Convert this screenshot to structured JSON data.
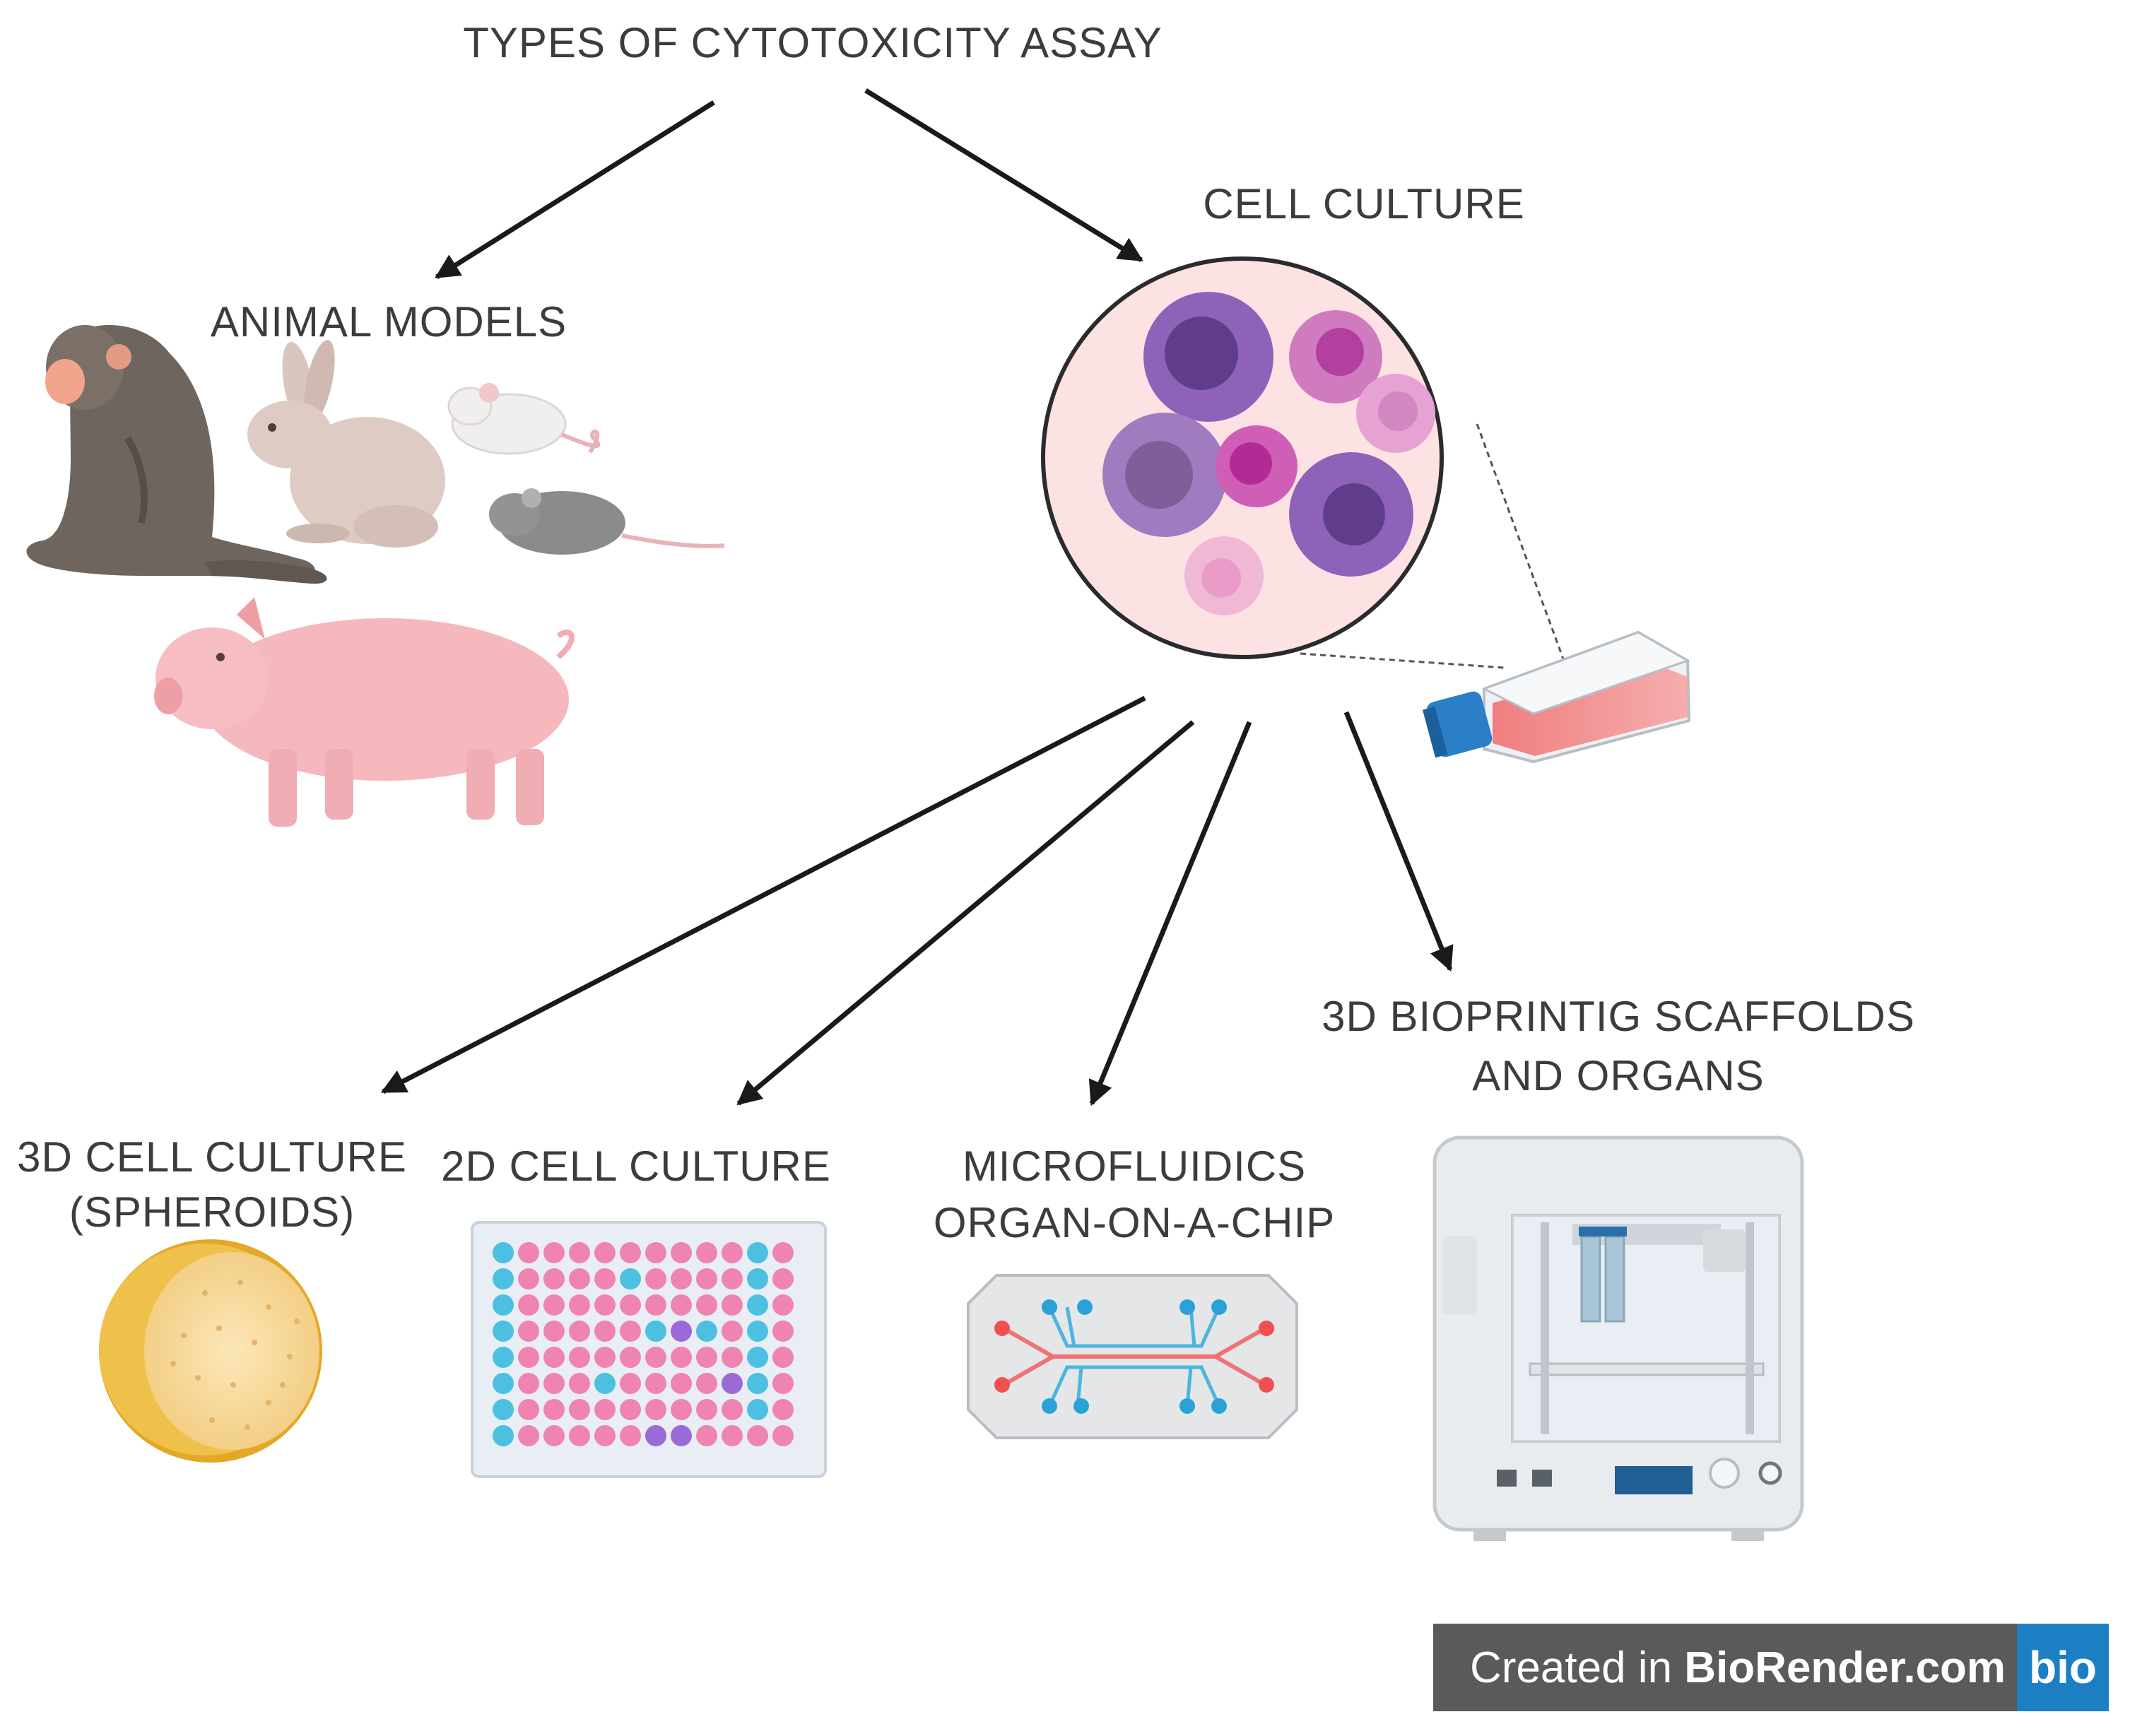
{
  "title": "TYPES OF CYTOTOXICITY ASSAY",
  "branches": {
    "animal_models": "ANIMAL MODELS",
    "cell_culture": "CELL CULTURE"
  },
  "cell_culture_types": {
    "spheroids_line1": "3D CELL CULTURE",
    "spheroids_line2": "(SPHEROIDS)",
    "two_d": "2D CELL CULTURE",
    "microfluidics_line1": "MICROFLUIDICS",
    "microfluidics_line2": "ORGAN-ON-A-CHIP",
    "bioprinting_line1": "3D BIOPRINTIG SCAFFOLDS",
    "bioprinting_line2": "AND ORGANS"
  },
  "badge": {
    "prefix": "Created in ",
    "brand": "BioRender.com",
    "logo": "bio"
  },
  "colors": {
    "text": "#3c3c3c",
    "arrow": "#1a1a1a",
    "cell_bg": "#fde2e4",
    "cell_purple": "#8e62b8",
    "cell_magenta": "#c44fae",
    "well_pink": "#ef83b2",
    "well_blue": "#4cc0e0",
    "well_purple": "#9a6ad6",
    "badge_bg": "#5a5a5a",
    "badge_logo_bg": "#1d7fc3"
  },
  "icons": [
    "monkey-icon",
    "rabbit-icon",
    "white-mouse-icon",
    "grey-rat-icon",
    "pig-icon",
    "cell-culture-circle-icon",
    "culture-flask-icon",
    "spheroid-icon",
    "well-plate-icon",
    "organ-chip-icon",
    "bioprinter-icon"
  ]
}
